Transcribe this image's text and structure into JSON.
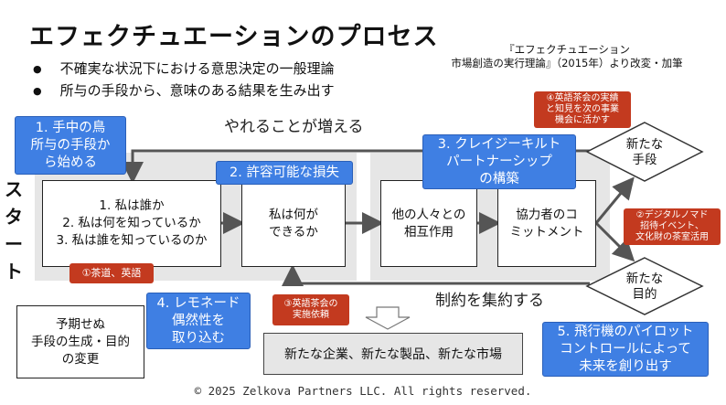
{
  "title": "エフェクチュエーションのプロセス",
  "bullets": [
    "不確実な状況下における意思決定の一般理論",
    "所与の手段から、意味のある結果を生み出す"
  ],
  "source": {
    "line1": "『エフェクチュエーション",
    "line2": "市場創造の実行理論』（2015年）より改変・加筆"
  },
  "labels": {
    "top_loop": "やれることが増える",
    "bottom_loop": "制約を集約する",
    "start": [
      "ス",
      "タ",
      "ー",
      "ト"
    ]
  },
  "boxes": {
    "who": [
      "1. 私は誰か",
      "2. 私は何を知っているか",
      "3. 私は誰を知っているのか"
    ],
    "can_do": [
      "私は何が",
      "できるか"
    ],
    "interact": [
      "他の人々との",
      "相互作用"
    ],
    "commit": [
      "協力者のコ",
      "ミットメント"
    ],
    "new_means": [
      "新たな",
      "手段"
    ],
    "new_goal": [
      "新たな",
      "目的"
    ],
    "unexpected": [
      "予期せぬ",
      "手段の生成・目的",
      "の変更"
    ],
    "results": "新たな企業、新たな製品、新たな市場"
  },
  "principles": {
    "p1": [
      "1. 手中の鳥",
      "所与の手段か",
      "ら始める"
    ],
    "p2": "2. 許容可能な損失",
    "p3": [
      "3. クレイジーキルト",
      "パートナーシップ",
      "の構築"
    ],
    "p4": [
      "4. レモネード",
      "偶然性を",
      "取り込む"
    ],
    "p5": [
      "5. 飛行機のパイロット",
      "コントロールによって",
      "未来を創り出す"
    ]
  },
  "notes": {
    "n1": "①茶道、英語",
    "n2": [
      "②デジタルノマド",
      "招待イベント、",
      "文化財の茶室活用"
    ],
    "n3": [
      "③英語茶会の",
      "実施依頼"
    ],
    "n4": [
      "④英語茶会の実績",
      "と知見を次の事業",
      "機会に活かす"
    ]
  },
  "footer": "© 2025 Zelkova Partners LLC. All rights reserved.",
  "colors": {
    "principle_blue": "#3f7fe3",
    "note_red": "#c33a1f",
    "band_gray": "#e6e6e6",
    "arrow_gray": "#555555"
  }
}
